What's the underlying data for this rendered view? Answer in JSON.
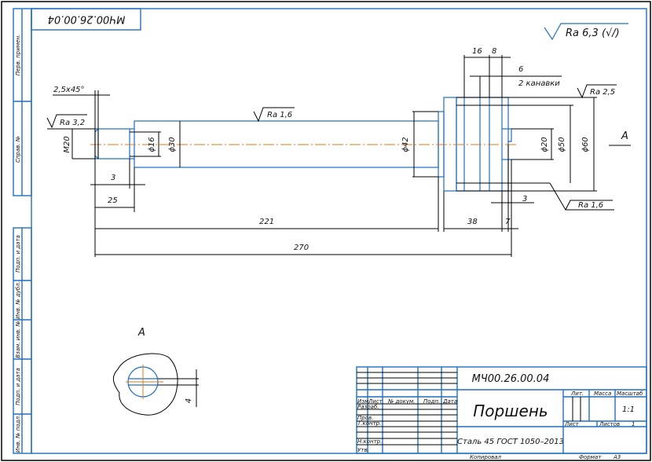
{
  "drawing": {
    "rotated_code": "МЧ00.26.00.04",
    "general_roughness": "Ra 6,3 (√/)",
    "view_label": "A",
    "section_view_label": "A",
    "dimensions": {
      "chamfer": "2,5x45°",
      "ra_left": "Ra 3,2",
      "thread": "M20",
      "d16": "ϕ16",
      "d30": "ϕ30",
      "ra_shaft": "Ra 1,6",
      "d42": "ϕ42",
      "d20": "ϕ20",
      "d50": "ϕ50",
      "d60": "ϕ60",
      "ra_right_top": "Ra 2,5",
      "ra_right_bottom": "Ra 1,6",
      "dim16": "16",
      "dim8": "8",
      "dim6": "6",
      "grooves": "2 канавки",
      "dim3_left": "3",
      "dim25": "25",
      "dim3_right": "3",
      "dim221": "221",
      "dim38": "38",
      "dim7": "7",
      "dim270": "270",
      "dim4": "4"
    }
  },
  "side_stamp": {
    "top": [
      "Перв. примен.",
      "Справ. №"
    ],
    "bottom": [
      "Подп. и дата",
      "Инв. № дубл.",
      "Взам. инв. №",
      "Подп. и дата",
      "Инв. № подл."
    ]
  },
  "title_block": {
    "code": "МЧ00.26.00.04",
    "name": "Поршень",
    "material": "Сталь 45 ГОСТ 1050–2013",
    "header": [
      "Изм.",
      "Лист",
      "№ докум.",
      "Подп.",
      "Дата"
    ],
    "roles": [
      "Разраб.",
      "Пров.",
      "Т.контр.",
      "",
      "Н.контр.",
      "Утв."
    ],
    "lit_label": "Лит.",
    "mass_label": "Масса",
    "scale_label": "Масштаб",
    "scale_value": "1:1",
    "sheet_label": "Лист",
    "sheets_label": "Листов",
    "sheets_value": "1",
    "copied_label": "Копировал",
    "format_label": "Формат",
    "format_value": "A3"
  }
}
